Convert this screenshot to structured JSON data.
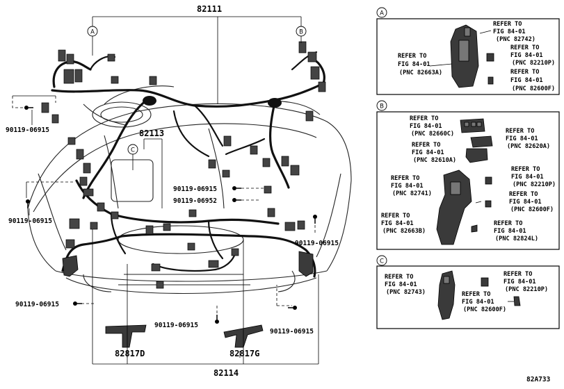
{
  "main": {
    "pn_top": "82111",
    "pn_mid": "82113",
    "pn_bottom": "82114",
    "pn_bracket_left": "82817D",
    "pn_bracket_right": "82817G",
    "callout_a": "A",
    "callout_b": "B",
    "callout_c": "C",
    "clips": [
      "90119-06915",
      "90119-06915",
      "90119-06915",
      "90119-06952",
      "90119-06915",
      "90119-06915",
      "90119-06915",
      "90119-06915"
    ]
  },
  "refer_to": "REFER TO",
  "fig": "FIG 84-01",
  "panel_a": {
    "badge": "A",
    "refs": [
      "(PNC 82742)",
      "(PNC 82210P)",
      "(PNC 82663A)",
      "(PNC 82600F)"
    ]
  },
  "panel_b": {
    "badge": "B",
    "refs": [
      "(PNC 82660C)",
      "(PNC 82620A)",
      "(PNC 82610A)",
      "(PNC 82210P)",
      "(PNC 82741)",
      "(PNC 82600F)",
      "(PNC 82663B)",
      "(PNC 82824L)"
    ]
  },
  "panel_c": {
    "badge": "C",
    "refs": [
      "(PNC 82743)",
      "(PNC 82210P)",
      "(PNC 82600F)"
    ]
  },
  "figure_code": "82A733"
}
